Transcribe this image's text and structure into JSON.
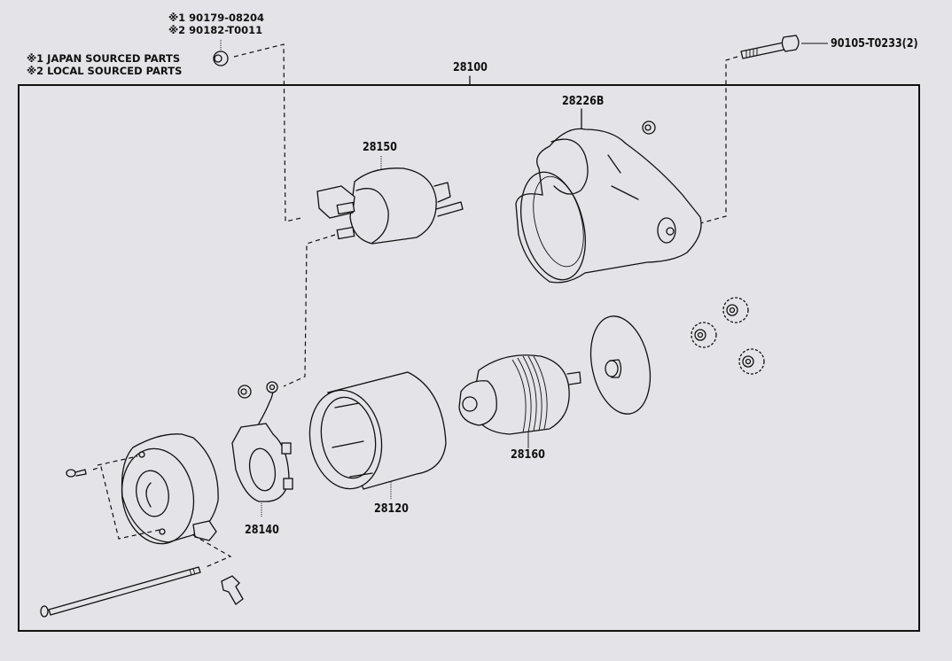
{
  "diagram": {
    "type": "exploded-parts-diagram",
    "assembly_label": "28100",
    "legend": {
      "note1": "※1 JAPAN SOURCED PARTS",
      "note2": "※2 LOCAL SOURCED PARTS"
    },
    "nut_alternatives": {
      "alt1": "※1 90179-08204",
      "alt2": "※2 90182-T0011"
    },
    "parts": [
      {
        "id": "bolt",
        "label": "90105-T0233(2)"
      },
      {
        "id": "housing",
        "label": "28226B"
      },
      {
        "id": "solenoid",
        "label": "28150"
      },
      {
        "id": "brush-holder",
        "label": "28140"
      },
      {
        "id": "yoke",
        "label": "28120"
      },
      {
        "id": "clutch",
        "label": "28160"
      }
    ],
    "colors": {
      "background": "#e4e3e8",
      "line": "#111111"
    }
  }
}
